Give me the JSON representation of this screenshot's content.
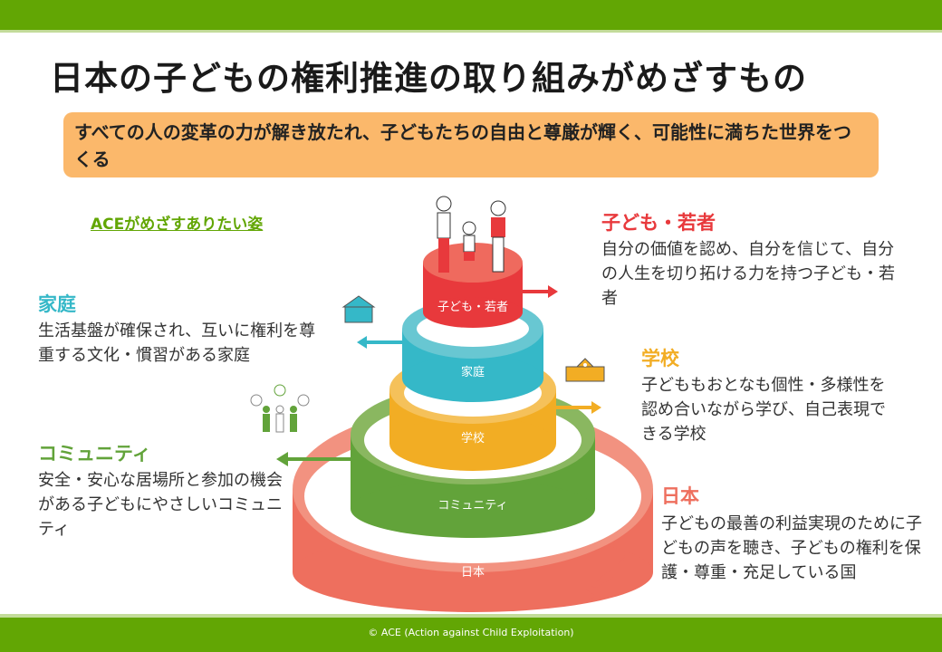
{
  "title": "日本の子どもの権利推進の取り組みがめざすもの",
  "goal": "すべての人の変革の力が解き放たれ、子どもたちの自由と尊厳が輝く、可能性に満ちた世界をつくる",
  "ace_heading": "ACEがめざすありたい姿",
  "levels": {
    "child": {
      "heading": "子ども・若者",
      "text": "自分の価値を認め、自分を信じて、自分の人生を切り拓ける力を持つ子ども・若者",
      "ring": "子ども・若者",
      "color": "#e8393c"
    },
    "family": {
      "heading": "家庭",
      "text": "生活基盤が確保され、互いに権利を尊重する文化・慣習がある家庭",
      "ring": "家庭",
      "color": "#35b8c8"
    },
    "school": {
      "heading": "学校",
      "text": "子どももおとなも個性・多様性を認め合いながら学び、自己表現できる学校",
      "ring": "学校",
      "color": "#f2ad24"
    },
    "community": {
      "heading": "コミュニティ",
      "text": "安全・安心な居場所と参加の機会がある子どもにやさしいコミュニティ",
      "ring": "コミュニティ",
      "color": "#62a33a"
    },
    "japan": {
      "heading": "日本",
      "text": "子どもの最善の利益実現のために子どもの声を聴き、子どもの権利を保護・尊重・充足している国",
      "ring": "日本",
      "color": "#ee6f5e"
    }
  },
  "footer": "© ACE (Action against Child Exploitation)"
}
